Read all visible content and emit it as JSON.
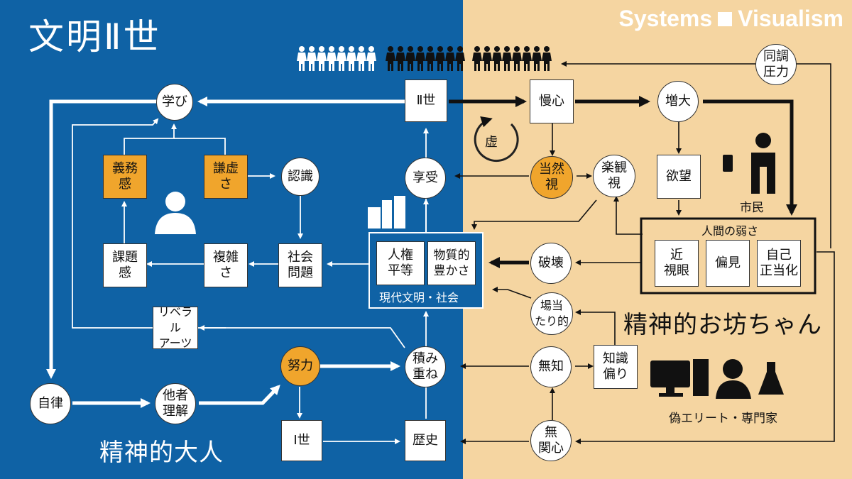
{
  "title": "文明Ⅱ世",
  "brand": {
    "left": "Systems",
    "right": "Visualism"
  },
  "labels": {
    "spiritual_adult": "精神的大人",
    "spiritual_child": "精神的お坊ちゃん",
    "citizen": "市民",
    "pseudo_elite": "偽エリート・専門家",
    "civilization": "現代文明・社会",
    "weakness_title": "人間の弱さ",
    "false_loop": "虚"
  },
  "nodes": {
    "manabi": "学び",
    "gimukan": "義務\n感",
    "kenkyo": "謙虚\nさ",
    "ninshiki": "認識",
    "kadaikan": "課題\n感",
    "fukuzatsu": "複雑\nさ",
    "shakai_mondai": "社会\n問題",
    "liberal_arts": "リベラル\nアーツ",
    "jiritsu": "自律",
    "tasha_rikai": "他者\n理解",
    "doryoku": "努力",
    "tsumikasane": "積み\n重ね",
    "isse": "Ⅰ世",
    "rekishi": "歴史",
    "nise": "Ⅱ世",
    "kyoju": "享受",
    "jinken": "人権\n平等",
    "busshitsu": "物質的\n豊かさ",
    "manshin": "慢心",
    "touzen": "当然\n視",
    "rakkan": "楽観\n視",
    "zoudai": "増大",
    "yokubou": "欲望",
    "douchou": "同調\n圧力",
    "hakai": "破壊",
    "kinshigan": "近\n視眼",
    "henken": "偏見",
    "jiko_seitou": "自己\n正当化",
    "bataari": "場当\nたり的",
    "muchi": "無知",
    "chishiki_katayori": "知識\n偏り",
    "mukanshin": "無\n関心"
  },
  "colors": {
    "blue": "#0F62A5",
    "beige": "#F5D5A1",
    "orange": "#F0A52C"
  }
}
